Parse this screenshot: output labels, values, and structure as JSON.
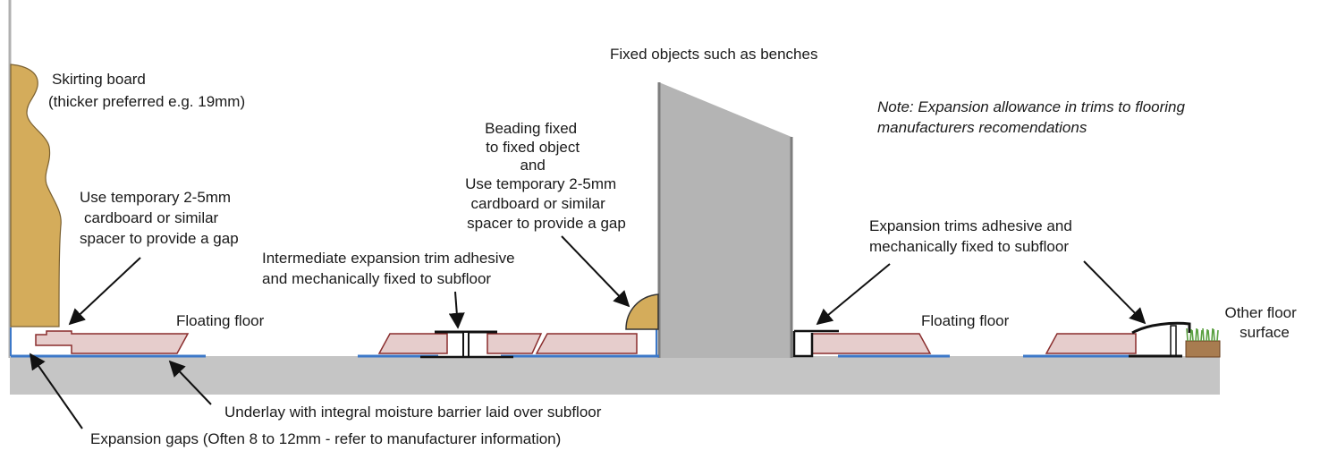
{
  "labels": {
    "skirting": [
      "Skirting board",
      "(thicker preferred e.g. 19mm)"
    ],
    "spacer_left": [
      "Use temporary 2-5mm",
      "cardboard or similar",
      "spacer to provide a gap"
    ],
    "floating_left": "Floating floor",
    "intermediate": [
      "Intermediate expansion trim adhesive",
      "and mechanically fixed to subfloor"
    ],
    "fixed_objects": "Fixed objects such as benches",
    "beading": [
      "Beading fixed",
      "to fixed object",
      "and",
      "Use temporary 2-5mm",
      "cardboard or similar",
      "spacer to provide a gap"
    ],
    "note": [
      "Note: Expansion allowance in trims to flooring",
      "manufacturers recomendations"
    ],
    "expansion_trims": [
      "Expansion trims adhesive and",
      "mechanically fixed to subfloor"
    ],
    "floating_right": "Floating floor",
    "other_floor": [
      "Other floor",
      "surface"
    ],
    "underlay": "Underlay with integral moisture barrier laid over subfloor",
    "expansion_gaps": "Expansion gaps (Often 8 to 12mm - refer to manufacturer information)"
  },
  "colors": {
    "subfloor": "#c5c5c5",
    "skirting_fill": "#d4ac5b",
    "plank_fill": "#e6cdcc",
    "plank_stroke": "#8a2d2d",
    "underlay": "#3c78c8",
    "trim": "#1a1a1a",
    "wall": "#b4b4b4",
    "grass": "#5aa040",
    "other_floor_base": "#a87c50"
  }
}
